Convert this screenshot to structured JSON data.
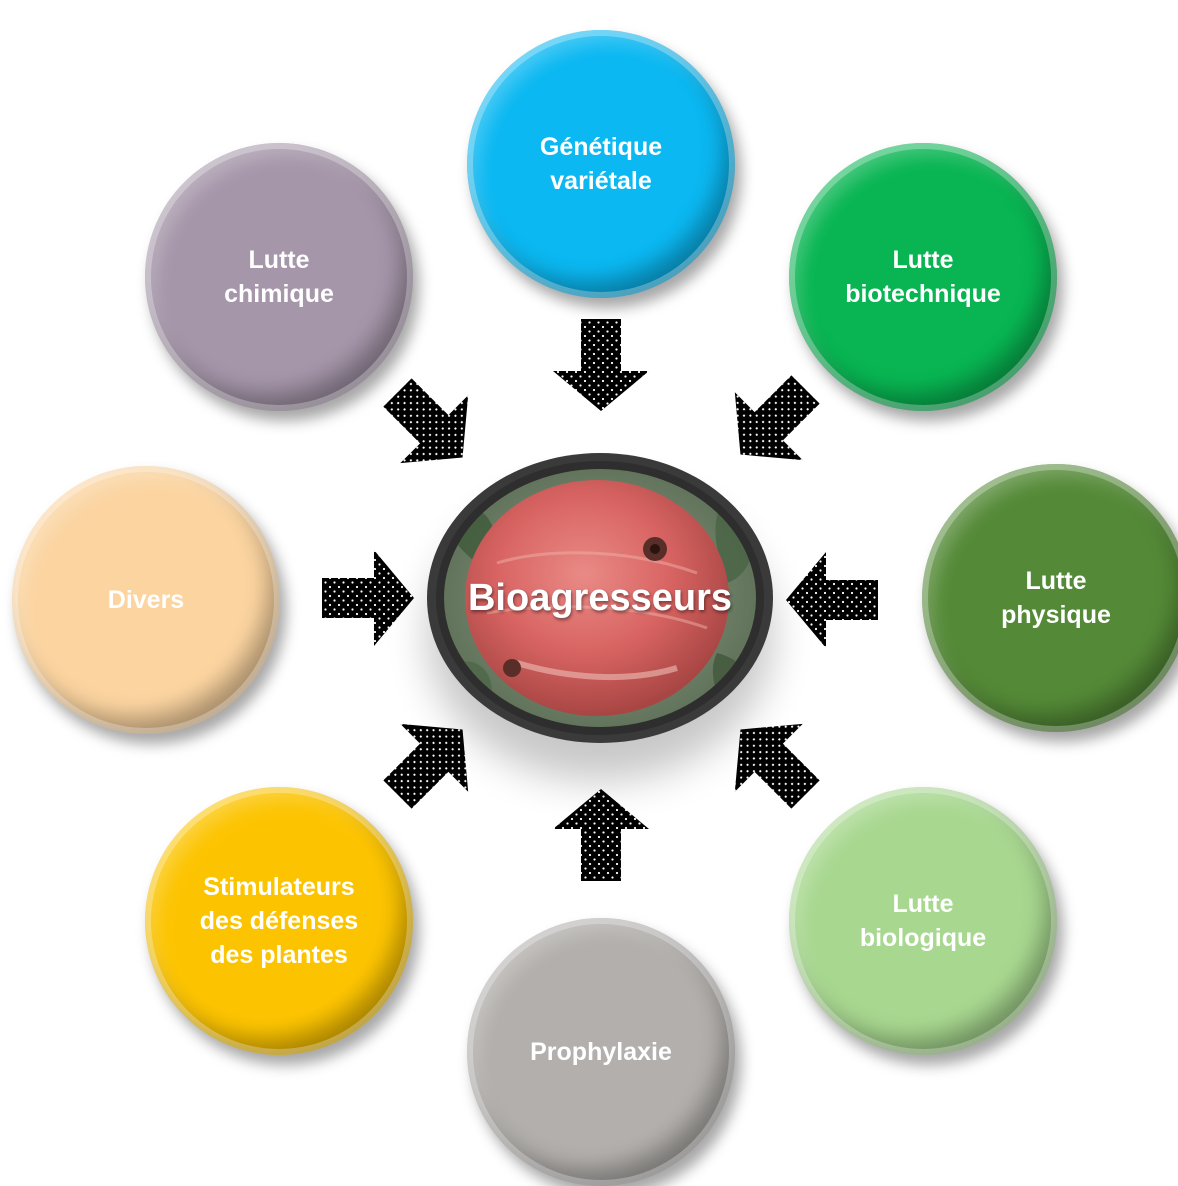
{
  "center": {
    "label": "Bioagresseurs"
  },
  "nodes": [
    {
      "id": "genetique",
      "label": "Génétique\nvariétale",
      "color": "#0bb8f2"
    },
    {
      "id": "biotechnique",
      "label": "Lutte\nbiotechnique",
      "color": "#08b552"
    },
    {
      "id": "physique",
      "label": "Lutte\nphysique",
      "color": "#548a37"
    },
    {
      "id": "biologique",
      "label": "Lutte\nbiologique",
      "color": "#a8d890"
    },
    {
      "id": "prophylaxie",
      "label": "Prophylaxie",
      "color": "#b2afac"
    },
    {
      "id": "stimulateurs",
      "label": "Stimulateurs\ndes défenses\ndes plantes",
      "color": "#fcc400"
    },
    {
      "id": "divers",
      "label": "Divers",
      "color": "#fbd4a0"
    },
    {
      "id": "chimique",
      "label": "Lutte\nchimique",
      "color": "#a596a9"
    }
  ]
}
